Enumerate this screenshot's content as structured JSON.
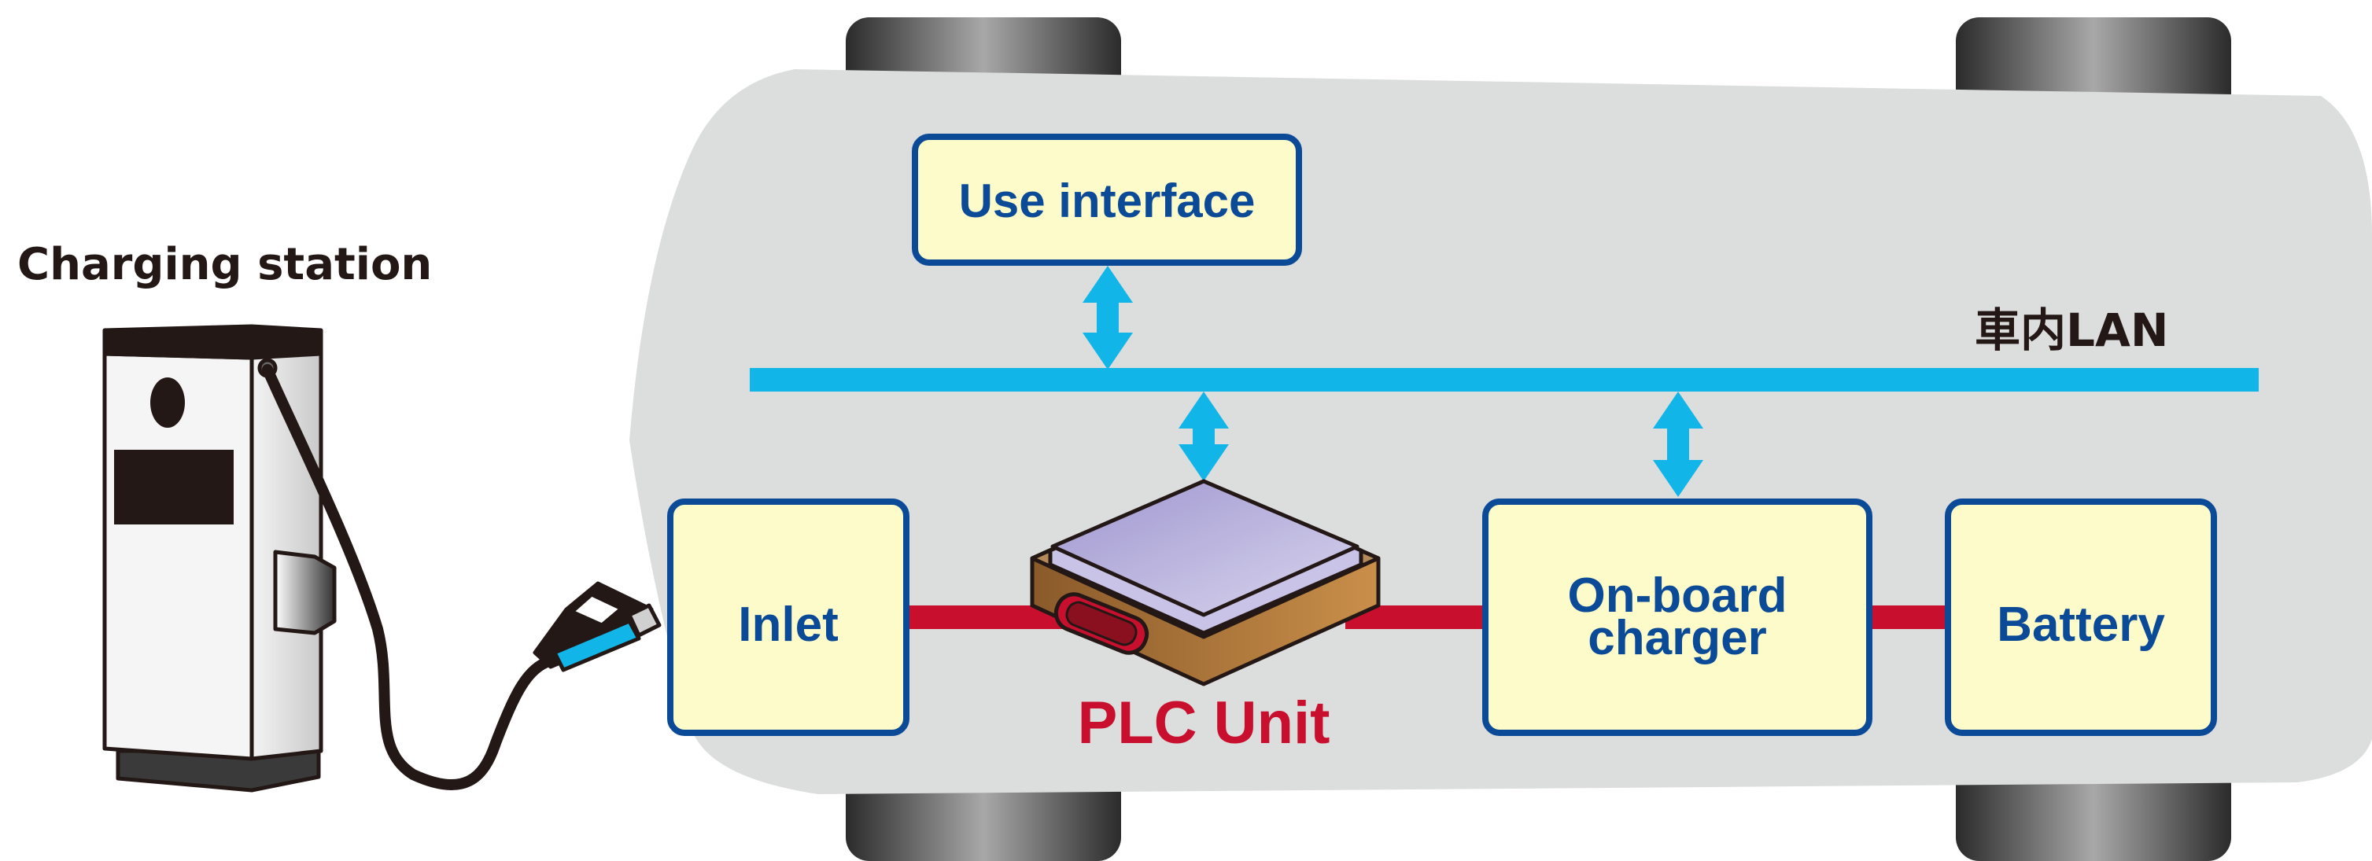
{
  "station": {
    "label": "Charging station"
  },
  "vehicle": {
    "lan_label": "車内LAN",
    "user_interface": "Use interface",
    "inlet": "Inlet",
    "plc_unit": "PLC Unit",
    "onboard_charger_line1": "On-board",
    "onboard_charger_line2": "charger",
    "battery": "Battery"
  },
  "colors": {
    "box_fill": "#fdfbc9",
    "box_border": "#0a4a97",
    "box_text": "#0a4a97",
    "lan_bus": "#12b5e8",
    "power_line": "#c8102e",
    "plc_text": "#c8102e",
    "car_body": "#dcdddd",
    "dark_text": "#231815"
  }
}
